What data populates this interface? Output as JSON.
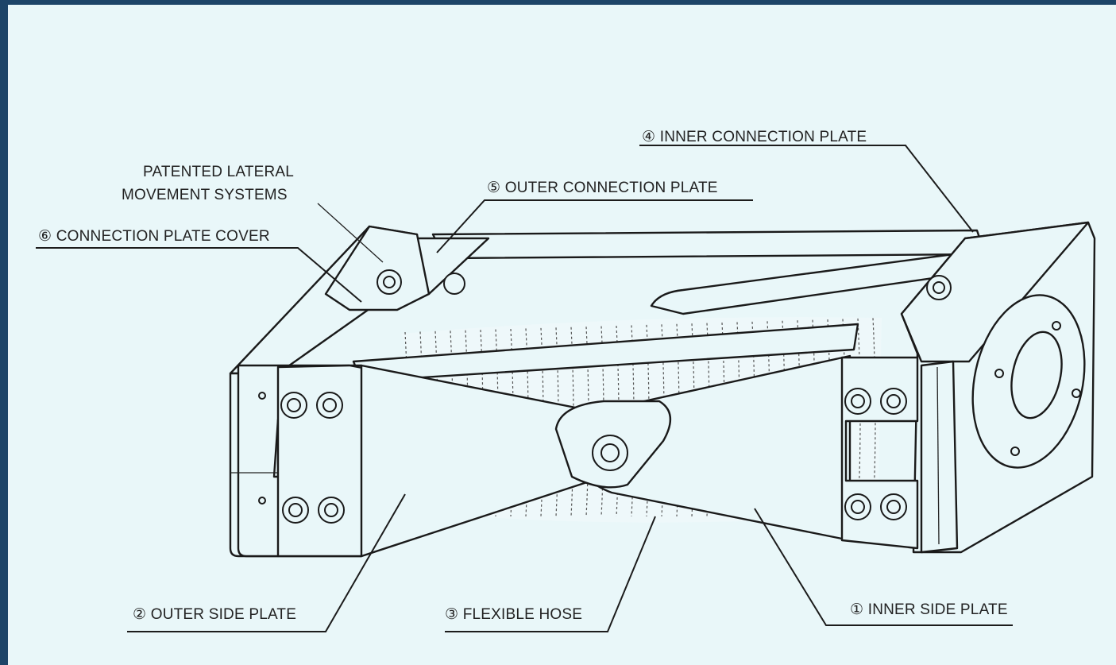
{
  "labels": {
    "lateral_line1": "PATENTED LATERAL",
    "lateral_line2": "MOVEMENT SYSTEMS",
    "connection_plate_cover": "⑥ CONNECTION PLATE COVER",
    "outer_connection_plate": "⑤ OUTER CONNECTION PLATE",
    "inner_connection_plate": "④ INNER CONNECTION PLATE",
    "outer_side_plate": "② OUTER SIDE PLATE",
    "flexible_hose": "③ FLEXIBLE HOSE",
    "inner_side_plate": "① INNER SIDE PLATE"
  },
  "colors": {
    "paper": "#e9f7f9",
    "frame": "#1d4568",
    "ink": "#1a1a1a"
  }
}
